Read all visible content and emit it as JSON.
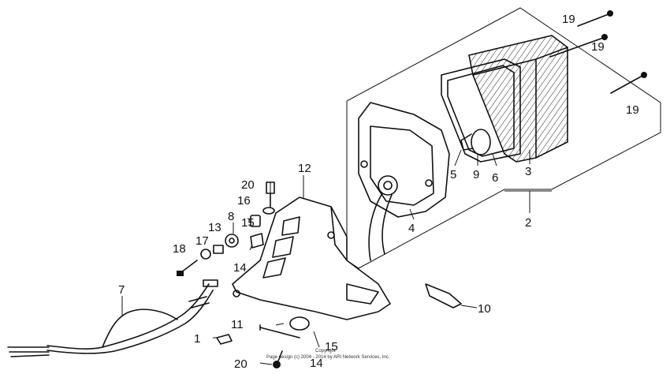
{
  "callouts": {
    "c1": "1",
    "c2": "2",
    "c3": "3",
    "c4": "4",
    "c5": "5",
    "c6": "6",
    "c7": "7",
    "c8": "8",
    "c9": "9",
    "c10": "10",
    "c11": "11",
    "c12": "12",
    "c13": "13",
    "c14a": "14",
    "c14b": "14",
    "c15a": "15",
    "c15b": "15",
    "c16": "16",
    "c17": "17",
    "c18": "18",
    "c19a": "19",
    "c19b": "19",
    "c19c": "19",
    "c20a": "20",
    "c20b": "20"
  },
  "footer": {
    "line1": "Copyright",
    "line2": "Page design (c) 2004 - 2014 by ARI Network Services, Inc."
  }
}
